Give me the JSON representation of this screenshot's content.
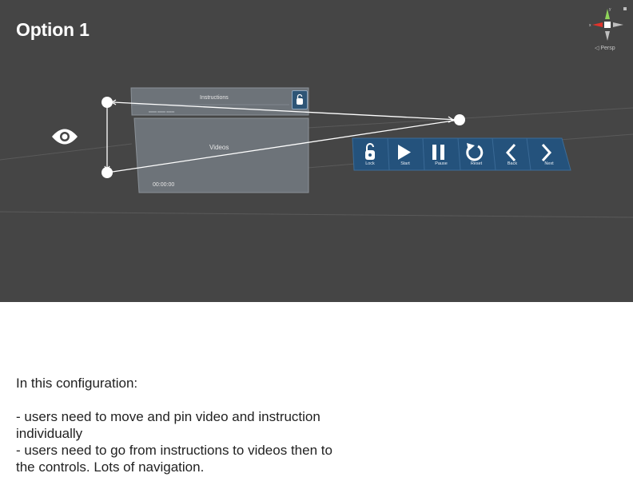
{
  "slide": {
    "title": "Option 1"
  },
  "scene": {
    "background_color": "#454545",
    "gizmo": {
      "view_label": "◁ Persp",
      "x_axis_label": "x",
      "y_axis_label": "y"
    },
    "instructions_panel": {
      "title": "Instructions",
      "subtitle": "xxxxx xxxxx xxxxx"
    },
    "videos_panel": {
      "title": "Videos",
      "timestamp": "00:00:00"
    },
    "control_bar": {
      "color": "#24527c",
      "buttons": [
        {
          "label": "Lock",
          "icon": "lock-icon"
        },
        {
          "label": "Start",
          "icon": "play-icon"
        },
        {
          "label": "Pause",
          "icon": "pause-icon"
        },
        {
          "label": "Reset",
          "icon": "reset-icon"
        },
        {
          "label": "Back",
          "icon": "chevron-left-icon"
        },
        {
          "label": "Next",
          "icon": "chevron-right-icon"
        }
      ]
    },
    "eye_icon": "eye-icon"
  },
  "description": {
    "heading": "In this configuration:",
    "points": [
      "- users need to move and pin video and instruction individually",
      "- users need to go from instructions to videos then to the controls. Lots of navigation."
    ]
  }
}
